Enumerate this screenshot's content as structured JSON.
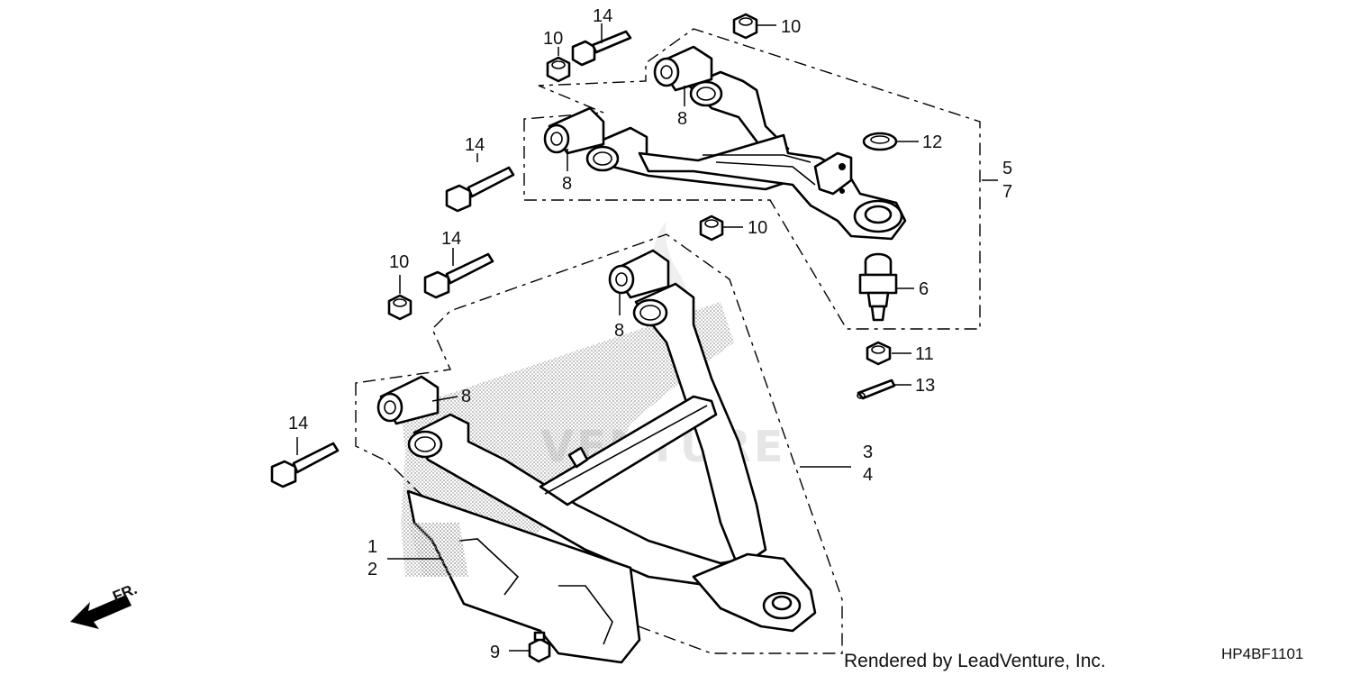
{
  "diagram": {
    "watermark_text": "VENTURE",
    "front_indicator": "FR.",
    "footer": {
      "rendered_by": "Rendered by LeadVenture, Inc.",
      "diagram_code": "HP4BF1101"
    },
    "callouts": {
      "c1": "1",
      "c2": "2",
      "c3": "3",
      "c4": "4",
      "c5": "5",
      "c6": "6",
      "c7": "7",
      "c8a": "8",
      "c8b": "8",
      "c8c": "8",
      "c8d": "8",
      "c9": "9",
      "c10a": "10",
      "c10b": "10",
      "c10c": "10",
      "c10d": "10",
      "c11": "11",
      "c12": "12",
      "c13": "13",
      "c14a": "14",
      "c14b": "14",
      "c14c": "14",
      "c14d": "14"
    }
  }
}
